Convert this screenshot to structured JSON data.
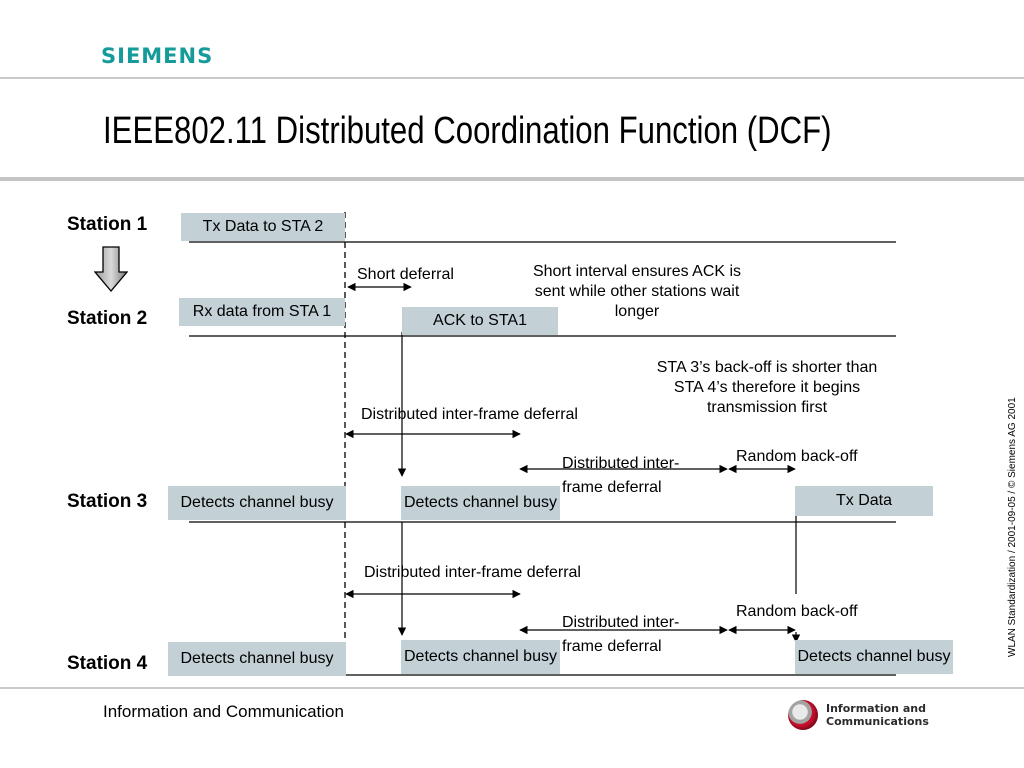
{
  "header": {
    "logo_text": "SIEMENS",
    "title": "IEEE802.11 Distributed Coordination Function (DCF)"
  },
  "side_note": "WLAN Standardization / 2001-09-05 / © Siemens AG 2001",
  "footer": {
    "text": "Information and Communication",
    "brand_line1": "Information and",
    "brand_line2": "Communications"
  },
  "stations": {
    "s1": "Station 1",
    "s2": "Station 2",
    "s3": "Station 3",
    "s4": "Station 4"
  },
  "boxes": {
    "s1_tx": "Tx Data to STA 2",
    "s2_rx": "Rx data from STA 1",
    "s2_ack": "ACK to STA1",
    "s3_busy1": "Detects channel busy",
    "s3_busy2": "Detects channel  busy",
    "s3_tx": "Tx Data",
    "s4_busy1": "Detects channel busy",
    "s4_busy2": "Detects channel  busy",
    "s4_busy3": "Detects channel  busy"
  },
  "labels": {
    "short_deferral": "Short deferral",
    "ack_note_1": "Short interval ensures ACK is",
    "ack_note_2": "sent while other stations wait",
    "ack_note_3": "longer",
    "backoff_note_1": "STA 3’s back-off is shorter than",
    "backoff_note_2": "STA 4’s therefore it begins",
    "backoff_note_3": "transmission first",
    "difs_s3": "Distributed inter-frame deferral",
    "difs2_s3_1": "Distributed inter-",
    "difs2_s3_2": "frame deferral",
    "backoff_s3": "Random back-off",
    "difs_s4": "Distributed inter-frame deferral",
    "difs2_s4_1": "Distributed inter-",
    "difs2_s4_2": "frame deferral",
    "backoff_s4": "Random back-off"
  },
  "colors": {
    "logo": "#169b9b",
    "box_fill": "#c3d0d6",
    "rule": "#c9c9c9"
  }
}
